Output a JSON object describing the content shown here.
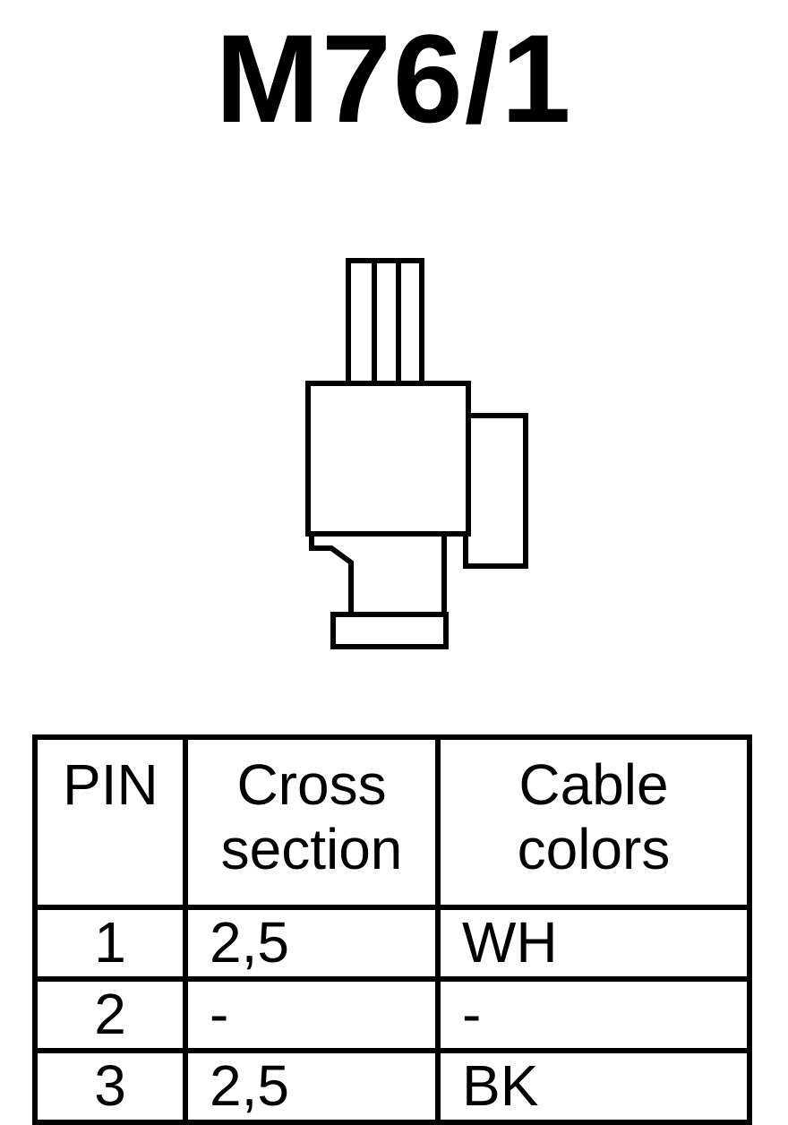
{
  "title": "M76/1",
  "table": {
    "headers": {
      "pin": "PIN",
      "cross_line1": "Cross",
      "cross_line2": "section",
      "color_line1": "Cable",
      "color_line2": "colors"
    },
    "rows": [
      {
        "pin": "1",
        "cross": "2,5",
        "color": "WH"
      },
      {
        "pin": "2",
        "cross": "-",
        "color": "-"
      },
      {
        "pin": "3",
        "cross": "2,5",
        "color": "BK"
      }
    ]
  }
}
